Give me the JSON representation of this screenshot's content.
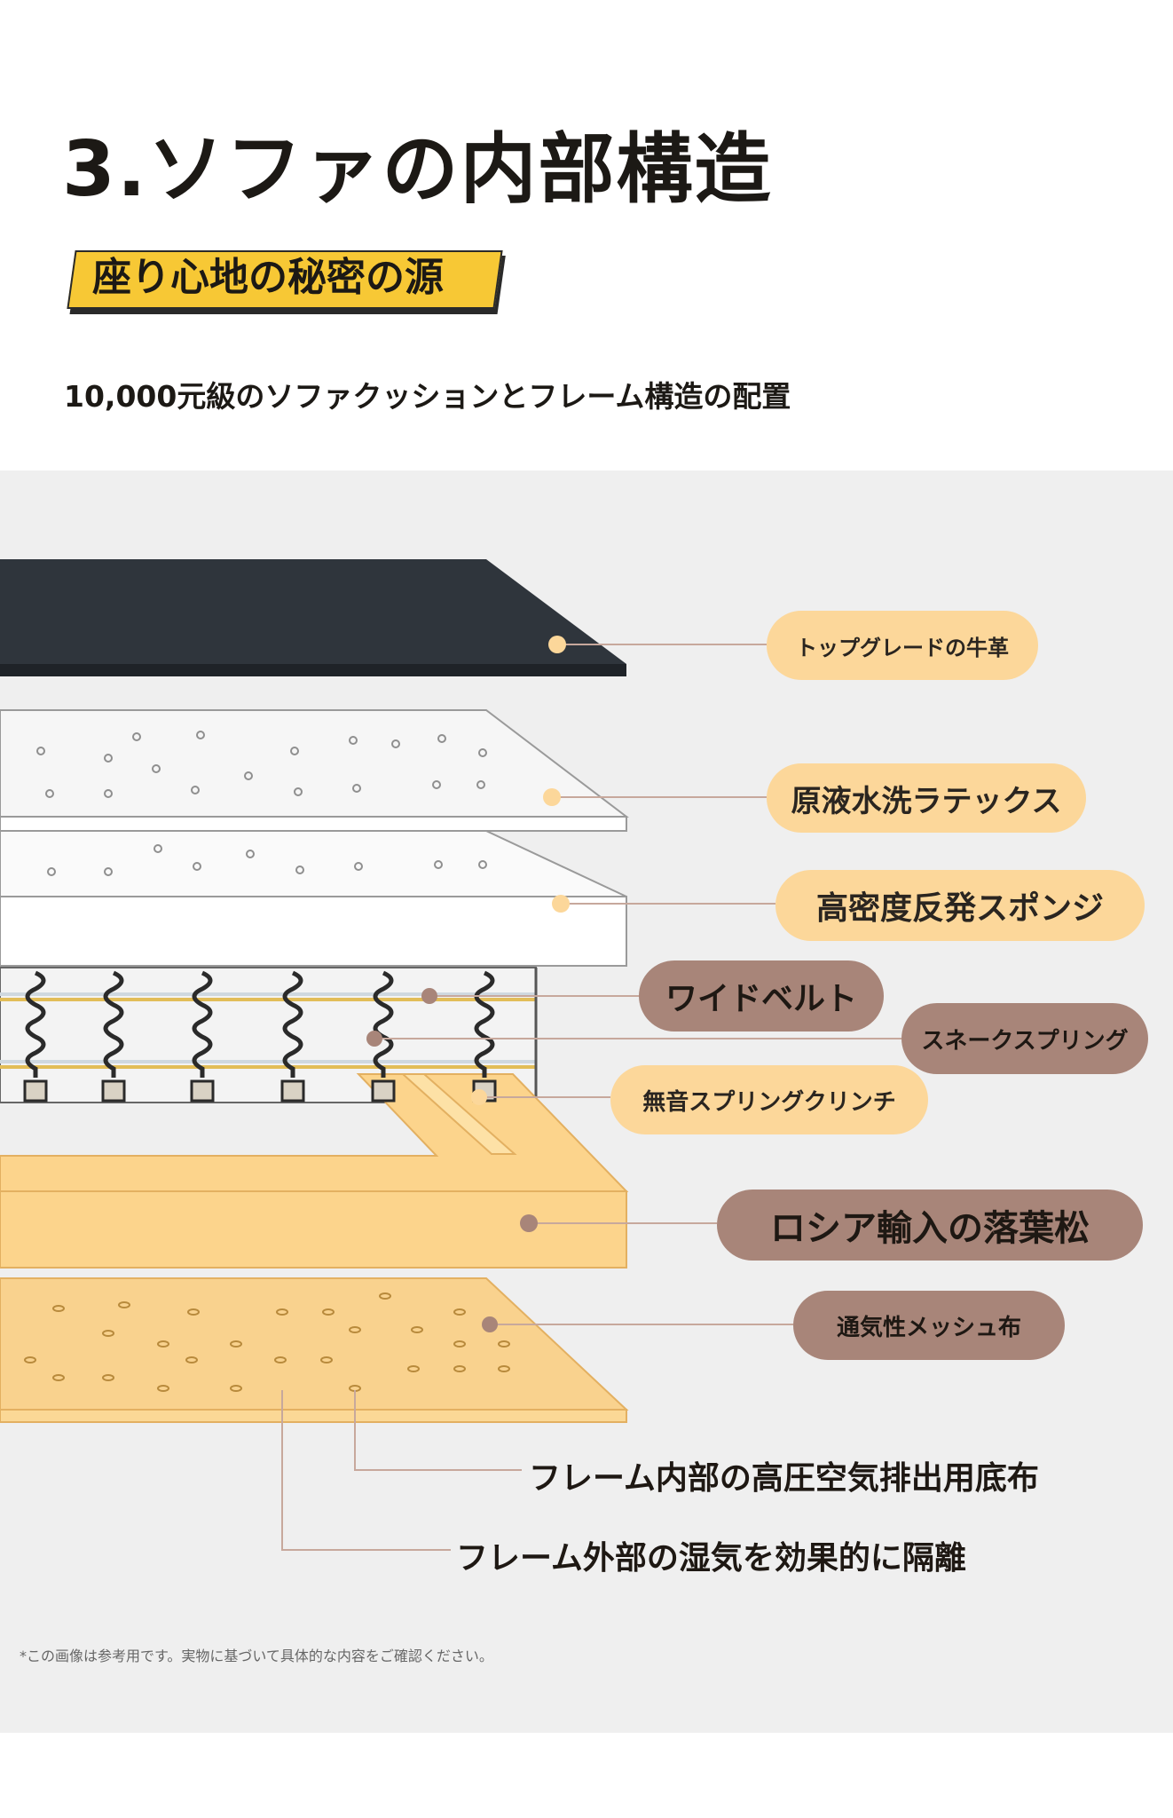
{
  "header": {
    "title": "3.ソファの内部構造",
    "badge": "座り心地の秘密の源",
    "subtitle": "10,000元級のソファクッションとフレーム構造の配置"
  },
  "labels": {
    "leather": "トップグレードの牛革",
    "latex": "原液水洗ラテックス",
    "sponge": "高密度反発スポンジ",
    "belt": "ワイドベルト",
    "snake_spring": "スネークスプリング",
    "clinch": "無音スプリングクリンチ",
    "larch": "ロシア輸入の落葉松",
    "mesh": "通気性メッシュ布",
    "inner_base": "フレーム内部の高圧空気排出用底布",
    "outer_isolation": "フレーム外部の湿気を効果的に隔離"
  },
  "footnote": "*この画像は参考用です。実物に基づいて具体的な内容をご確認ください。",
  "colors": {
    "leather": "#2f353c",
    "panel_bg": "#efefef",
    "wood": "#fcd48c",
    "mesh": "#f9d28e",
    "label_cream": "#fcd79a",
    "label_brown": "#a88579",
    "badge_yellow": "#f7c835",
    "leader_line": "#c7a89c"
  }
}
